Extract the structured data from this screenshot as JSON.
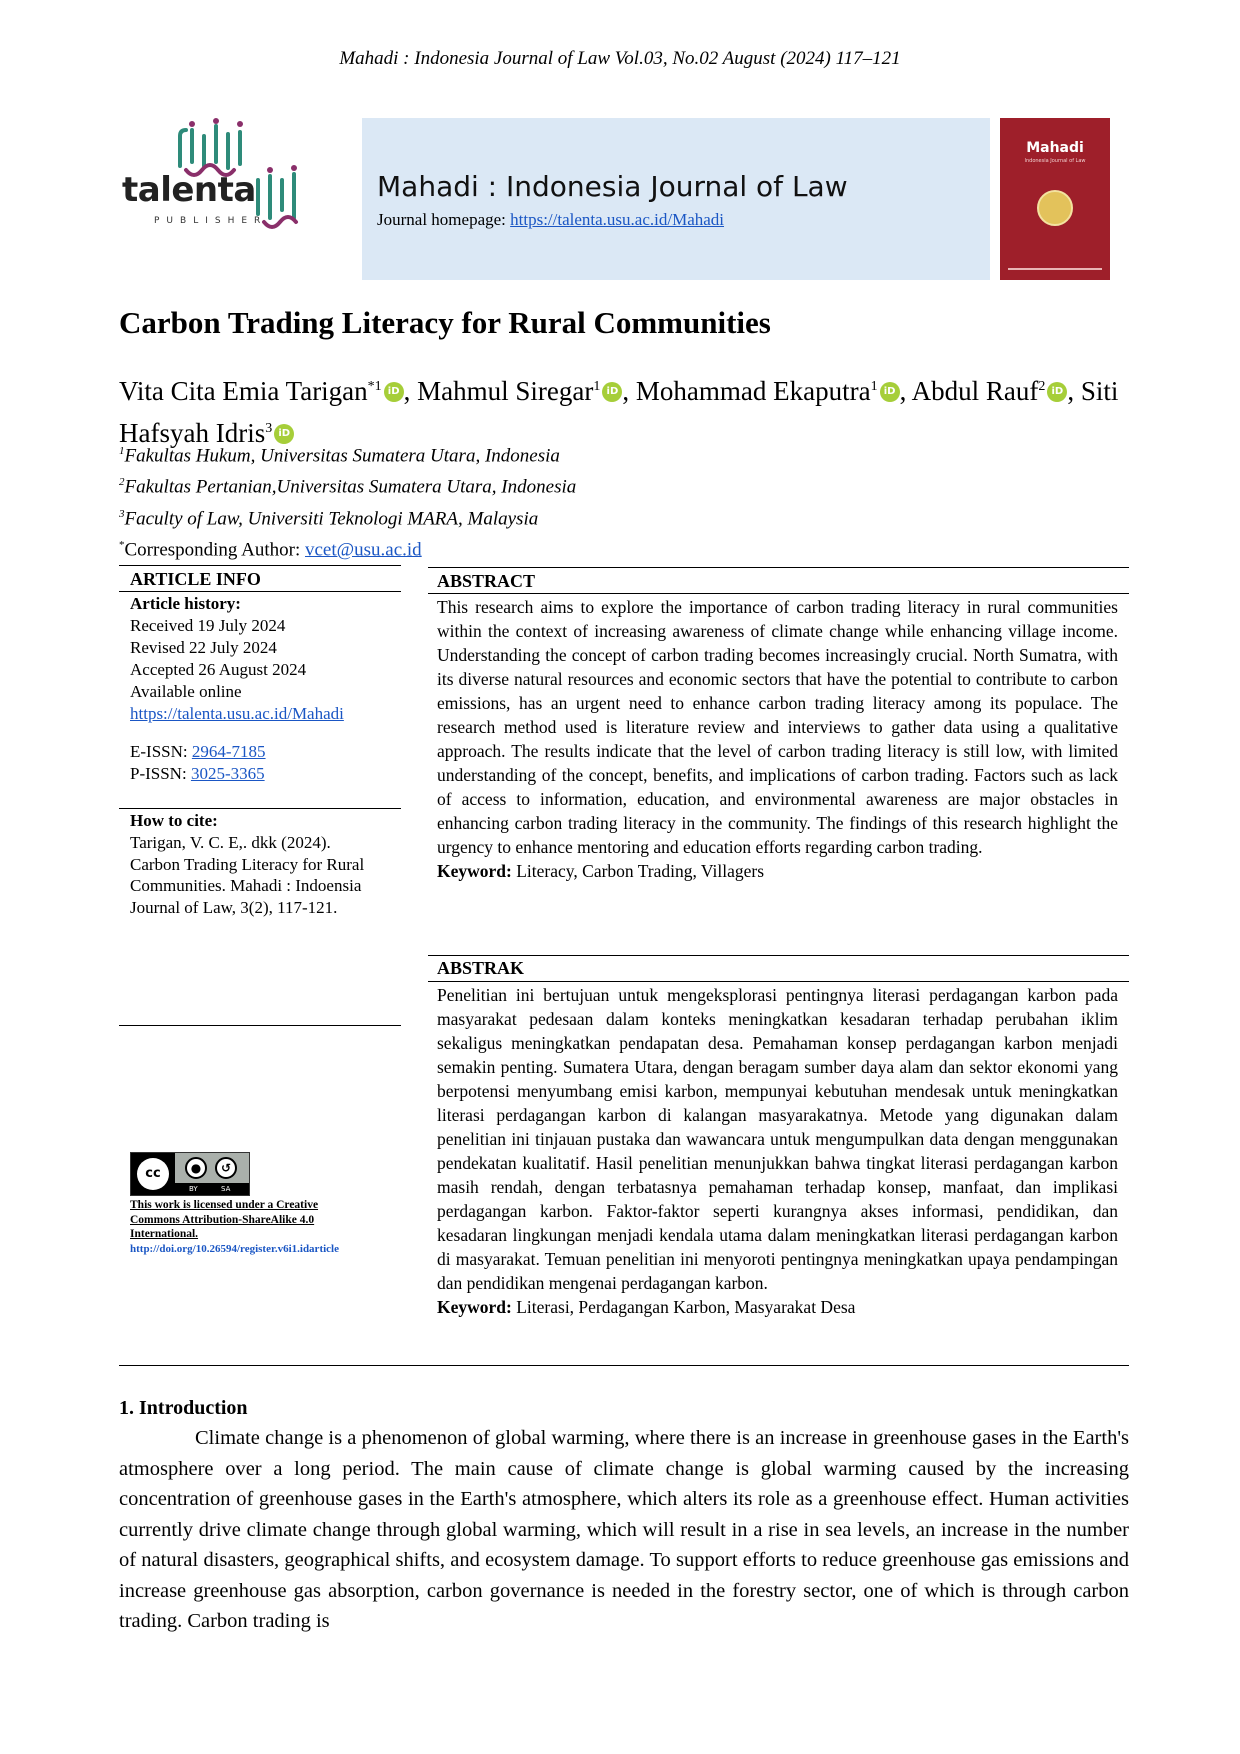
{
  "running_header": "Mahadi : Indonesia Journal of Law Vol.03, No.02 August (2024) 117–121",
  "publisher_logo": {
    "name": "talenta",
    "sub": "PUBLISHER"
  },
  "banner": {
    "journal_title": "Mahadi : Indonesia Journal of Law",
    "homepage_label": "Journal homepage: ",
    "homepage_url": "https://talenta.usu.ac.id/Mahadi"
  },
  "cover": {
    "title": "Mahadi",
    "subtitle": "Indonesia Journal of Law"
  },
  "article_title": "Carbon Trading Literacy for Rural Communities",
  "authors": [
    {
      "name": "Vita Cita Emia Tarigan",
      "sup": "*1",
      "sep": ", "
    },
    {
      "name": "Mahmul Siregar",
      "sup": "1",
      "sep": ", "
    },
    {
      "name": "Mohammad Ekaputra",
      "sup": "1",
      "sep": ", "
    },
    {
      "name": "Abdul Rauf",
      "sup": "2",
      "sep": ", "
    },
    {
      "name": "Siti Hafsyah Idris",
      "sup": "3",
      "sep": ""
    }
  ],
  "orcid_icon": "orcid-icon",
  "affiliations": [
    {
      "sup": "1",
      "text": "Fakultas Hukum, Universitas Sumatera Utara, Indonesia"
    },
    {
      "sup": "2",
      "text": "Fakultas Pertanian,Universitas Sumatera Utara, Indonesia"
    },
    {
      "sup": "3",
      "text": "Faculty of Law, Universiti Teknologi MARA, Malaysia"
    }
  ],
  "corresponding": {
    "sup": "*",
    "label": "Corresponding Author: ",
    "email": "vcet@usu.ac.id"
  },
  "article_info": {
    "heading": "ARTICLE   INFO",
    "history_label": "Article history:",
    "received": "Received 19 July 2024",
    "revised": "Revised 22 July 2024",
    "accepted": "Accepted 26 August 2024",
    "available": "Available online",
    "online_url": "https://talenta.usu.ac.id/Mahadi",
    "eissn_label": "E-ISSN: ",
    "eissn": "2964-7185",
    "pissn_label": "P-ISSN: ",
    "pissn": "3025-3365",
    "cite_label": "How to cite:",
    "cite_lines": [
      "Tarigan,  V.  C.  E,.  dkk  (2024).",
      "Carbon Trading Literacy for Rural",
      "Communities. Mahadi : Indoensia",
      "Journal of Law, 3(2), 117-121."
    ]
  },
  "license": {
    "badge_cc": "cc",
    "badge_by": "BY",
    "badge_sa": "SA",
    "text_lines": [
      "This work is licensed under a Creative",
      "Commons Attribution-ShareAlike 4.0",
      "International."
    ],
    "doi": "http://doi.org/10.26594/register.v6i1.idarticle"
  },
  "abstract": {
    "heading": "ABSTRACT",
    "text": "This research aims to explore the importance of carbon trading literacy in rural communities within the context of increasing awareness of climate change while enhancing village income. Understanding the concept of carbon trading becomes increasingly crucial. North Sumatra, with its diverse natural resources and economic sectors that have the potential to contribute to carbon emissions, has an urgent need to enhance carbon trading literacy among its populace. The research method used is literature review and interviews to gather data using a qualitative approach. The results indicate that the level of carbon trading literacy is still low, with limited understanding of the concept, benefits, and implications of carbon trading. Factors such as lack of access to information, education, and environmental awareness are major obstacles in enhancing carbon trading literacy in the community. The findings of this research highlight the urgency to enhance mentoring and education efforts regarding carbon trading.",
    "keyword_label": "Keyword:",
    "keywords": " Literacy, Carbon Trading, Villagers"
  },
  "abstrak": {
    "heading": "ABSTRAK",
    "text": "Penelitian ini bertujuan untuk mengeksplorasi pentingnya literasi perdagangan karbon pada masyarakat pedesaan dalam konteks meningkatkan kesadaran terhadap perubahan iklim sekaligus meningkatkan pendapatan desa. Pemahaman konsep perdagangan karbon menjadi semakin penting. Sumatera Utara, dengan beragam sumber daya alam dan sektor ekonomi yang berpotensi menyumbang emisi karbon, mempunyai kebutuhan mendesak untuk meningkatkan literasi perdagangan karbon di kalangan masyarakatnya. Metode yang digunakan dalam penelitian ini tinjauan pustaka dan wawancara untuk mengumpulkan data dengan menggunakan pendekatan kualitatif. Hasil penelitian menunjukkan bahwa tingkat literasi perdagangan karbon masih rendah, dengan terbatasnya pemahaman terhadap konsep, manfaat, dan implikasi perdagangan karbon. Faktor-faktor seperti kurangnya akses informasi, pendidikan, dan kesadaran lingkungan menjadi kendala utama dalam meningkatkan literasi perdagangan karbon di masyarakat. Temuan penelitian ini menyoroti pentingnya meningkatkan upaya pendampingan dan pendidikan mengenai perdagangan karbon.",
    "keyword_label": "Keyword:",
    "keywords": " Literasi, Perdagangan Karbon, Masyarakat Desa"
  },
  "introduction": {
    "heading": "1. Introduction",
    "text": "Climate change is a phenomenon of global warming, where there is an increase in greenhouse gases in the Earth's atmosphere over a long period. The main cause of climate change is global warming caused by the increasing concentration of greenhouse gases in the Earth's atmosphere, which alters its role as a greenhouse effect. Human activities currently drive climate change through global warming, which will result in a rise in sea levels, an increase in the number of natural disasters, geographical shifts, and ecosystem damage. To support efforts to reduce greenhouse gas emissions and increase greenhouse gas absorption, carbon governance is needed in the forestry sector, one of which is through carbon trading. Carbon trading is"
  },
  "colors": {
    "banner_bg": "#dbe8f5",
    "link": "#1a56c4",
    "logo_teal": "#2e8b7a",
    "logo_magenta": "#8a2f6a",
    "cover_red": "#9e1f2a",
    "orcid_green": "#a6ce39"
  }
}
